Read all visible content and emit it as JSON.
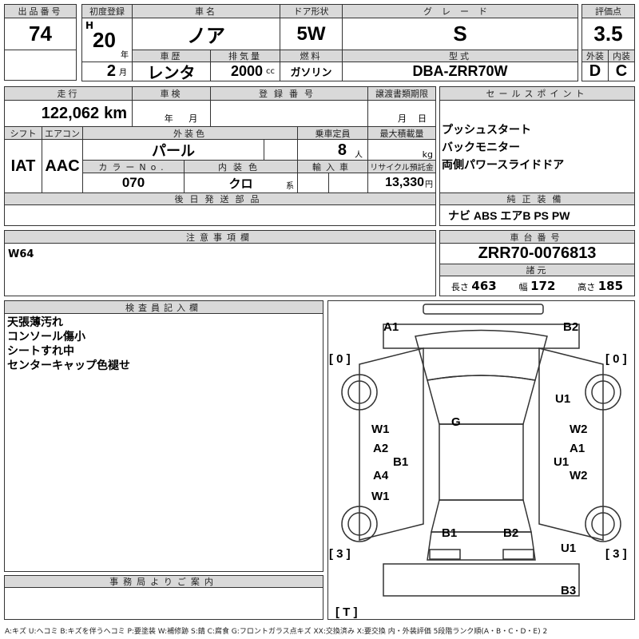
{
  "lot": {
    "label": "出品番号",
    "value": "74"
  },
  "first_reg": {
    "label": "初度登録",
    "era": "H",
    "year": "20",
    "year_unit": "年",
    "month": "2",
    "month_unit": "月"
  },
  "car_name": {
    "label": "車名",
    "value": "ノア"
  },
  "door": {
    "label": "ドア形状",
    "value": "5W"
  },
  "grade": {
    "label": "グレード",
    "value": "S"
  },
  "history": {
    "label": "車歴",
    "value": "レンタ"
  },
  "displacement": {
    "label": "排気量",
    "value": "2000",
    "unit": "cc"
  },
  "fuel": {
    "label": "燃料",
    "value": "ガソリン"
  },
  "model": {
    "label": "型式",
    "value": "DBA-ZRR70W"
  },
  "score": {
    "label": "評価点",
    "value": "3.5",
    "ext_label": "外装",
    "int_label": "内装",
    "ext": "D",
    "int": "C"
  },
  "mileage": {
    "label": "走行",
    "value": "122,062",
    "unit": "km"
  },
  "inspection": {
    "label": "車検",
    "year_unit": "年",
    "month_unit": "月"
  },
  "reg_no": {
    "label": "登録番号"
  },
  "transfer": {
    "label": "譲渡書類期限",
    "month_unit": "月",
    "day_unit": "日"
  },
  "shift": {
    "label": "シフト",
    "value": "IAT"
  },
  "aircon": {
    "label": "エアコン",
    "value": "AAC"
  },
  "ext_color": {
    "label": "外装色",
    "value": "パール"
  },
  "capacity": {
    "label": "乗車定員",
    "value": "8",
    "unit": "人"
  },
  "max_load": {
    "label": "最大積載量",
    "unit": "kg"
  },
  "color_no": {
    "label": "カラーNo.",
    "value": "070"
  },
  "int_color": {
    "label": "内装色",
    "value": "クロ",
    "unit": "系"
  },
  "import": {
    "label": "輸入車"
  },
  "recycle": {
    "label": "リサイクル預託金",
    "value": "13,330",
    "unit": "円"
  },
  "later_parts": {
    "label": "後日発送部品"
  },
  "sales_points": {
    "label": "セールスポイント",
    "items": [
      "プッシュスタート",
      "バックモニター",
      "両側パワースライドドア"
    ]
  },
  "equipment": {
    "label": "純正装備",
    "value": "ナビ ABS エアB PS PW"
  },
  "notes": {
    "label": "注意事項欄",
    "value": "W64"
  },
  "chassis": {
    "label": "車台番号",
    "value": "ZRR70-0076813"
  },
  "specs": {
    "label": "諸元",
    "length_label": "長さ",
    "length": "463",
    "width_label": "幅",
    "width": "172",
    "height_label": "高さ",
    "height": "185"
  },
  "inspector": {
    "label": "検査員記入欄",
    "lines": [
      "天張薄汚れ",
      "コンソール傷小",
      "シートすれ中",
      "センターキャップ色褪せ"
    ]
  },
  "office": {
    "label": "事務局よりご案内"
  },
  "diagram": {
    "marks": {
      "a1": "A1",
      "b2": "B2",
      "u1_right": "U1",
      "g": "G",
      "w1_left": "W1",
      "a2": "A2",
      "b1_left": "B1",
      "a4": "A4",
      "w1_left2": "W1",
      "w2_right": "W2",
      "a1_right": "A1",
      "u1_mid": "U1",
      "w2_right2": "W2",
      "b1_rear": "B1",
      "b2_rear": "B2",
      "u1_rear": "U1",
      "b3": "B3"
    },
    "tires": {
      "fl": "[ 0 ]",
      "fr": "[ 0 ]",
      "rl": "[ 3 ]",
      "rr": "[ 3 ]",
      "spare": "[ T ]"
    }
  },
  "legend": "A:キズ U:ヘコミ B:キズを伴うヘコミ P:要塗装 W:補修跡 S:錆 C:腐食 G:フロントガラス点キズ XX:交換済み X:要交換 内・外装評価 5段階ランク順(A・B・C・D・E) 2"
}
